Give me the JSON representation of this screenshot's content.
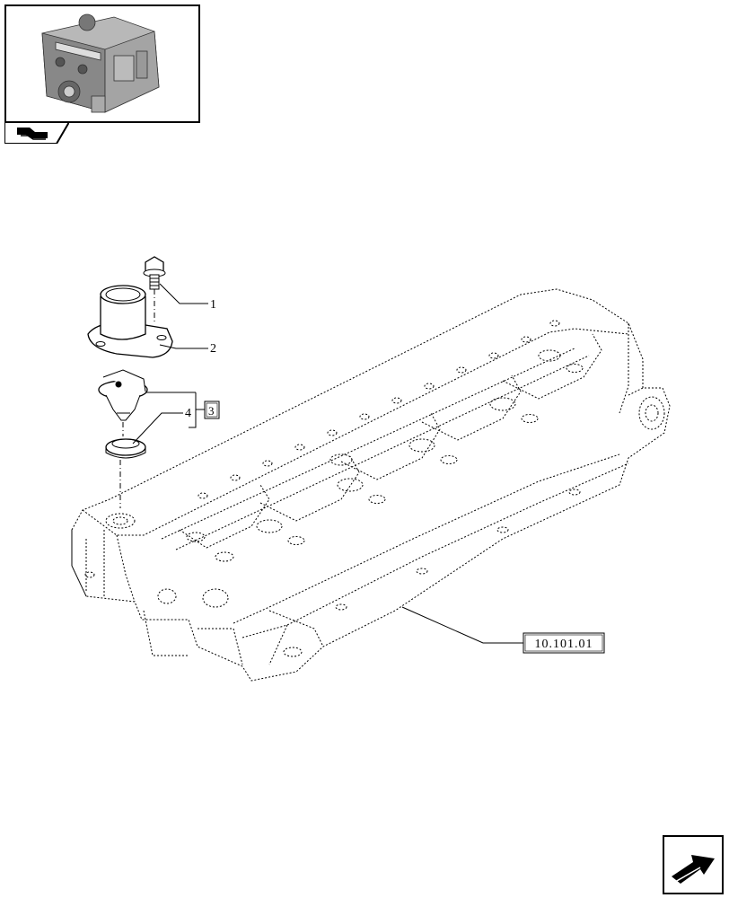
{
  "callouts": [
    {
      "number": "1",
      "part": "bolt"
    },
    {
      "number": "2",
      "part": "thermostat-housing"
    },
    {
      "number": "3",
      "part": "thermostat-kit-reference"
    },
    {
      "number": "4",
      "part": "seal-ring"
    }
  ],
  "reference_code": "10.101.01",
  "icons": {
    "thumbnail": "engine-thumbnail-icon",
    "tab": "book-pages-icon",
    "nav": "next-page-arrow-icon"
  },
  "colors": {
    "line": "#000000",
    "background": "#ffffff"
  }
}
